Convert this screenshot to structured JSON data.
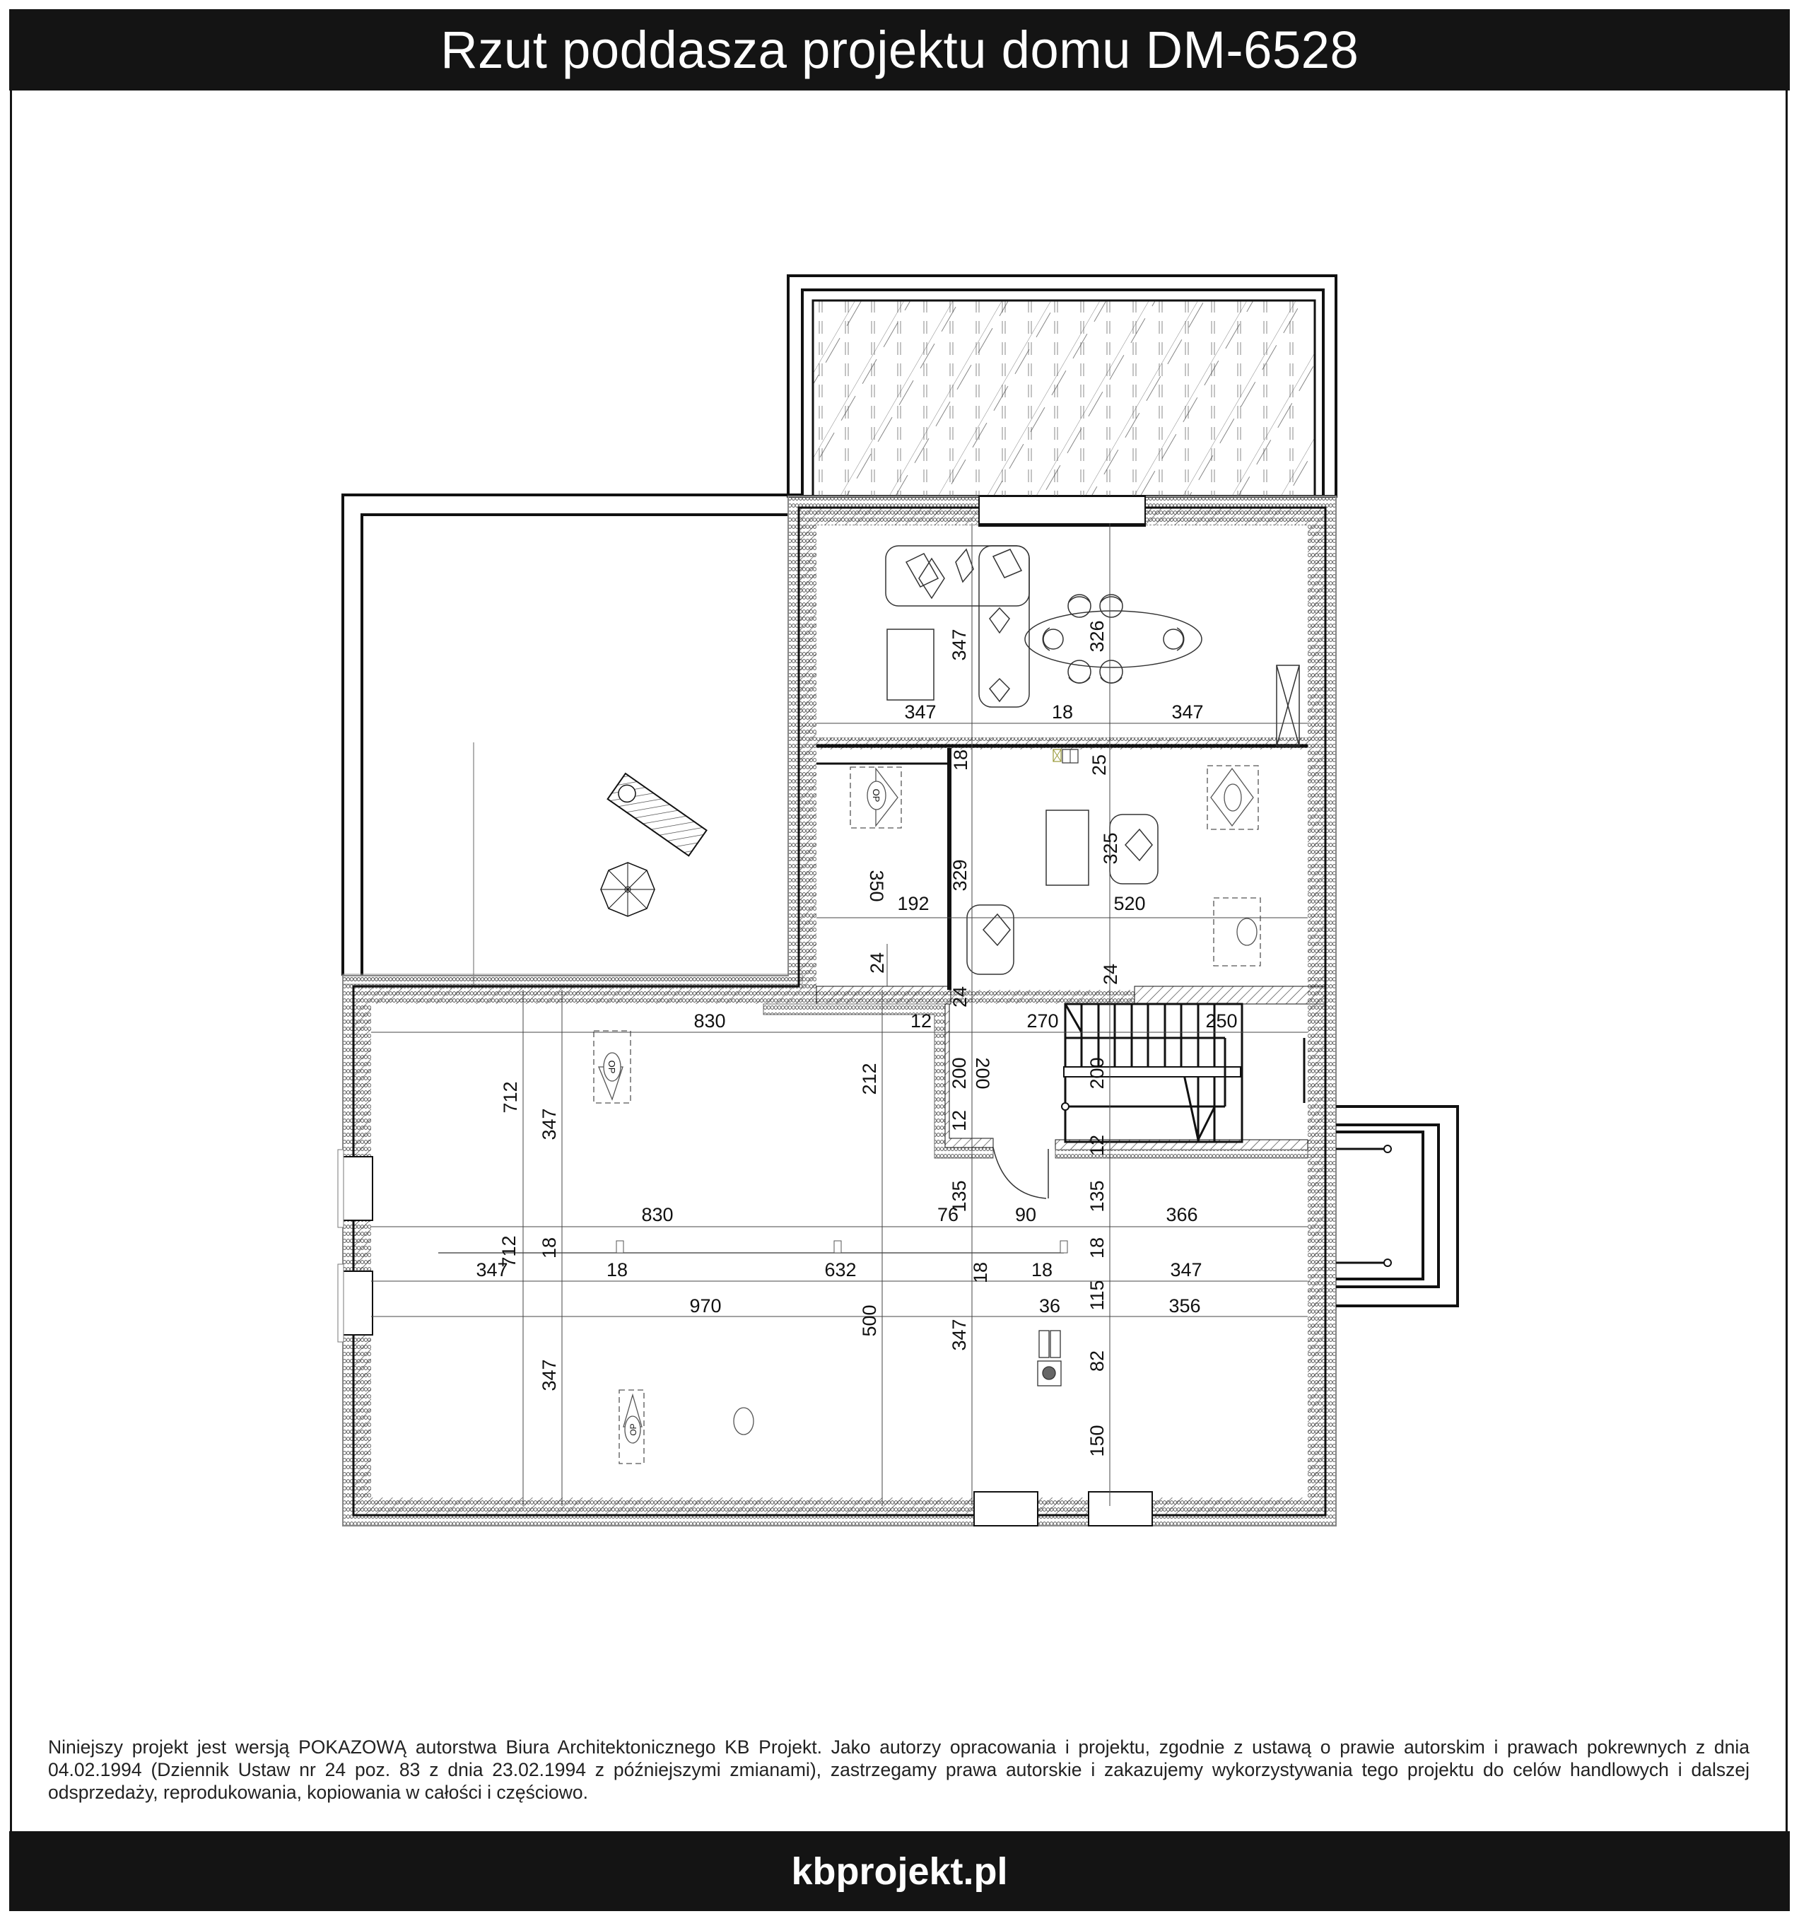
{
  "header": {
    "title": "Rzut poddasza projektu domu DM-6528"
  },
  "plan": {
    "colors": {
      "ink": "#111111",
      "hatch": "#444444",
      "insulation": "#666666",
      "symbol_accent": "#9a9a3a"
    },
    "dimensions": {
      "living_width_left": "347",
      "living_wall": "18",
      "living_width_right": "347",
      "living_depth_left": "347",
      "living_depth_right": "326",
      "wall_18_top": "18",
      "wall_25": "25",
      "room_small_height": "350",
      "room_small_width": "192",
      "wall_329": "329",
      "room_mid_height": "325",
      "room_mid_width": "520",
      "wall_24_a": "24",
      "wall_24_b": "24",
      "wall_24_c": "24",
      "big_room_width": "830",
      "wall_12_a": "12",
      "stair_left": "270",
      "stair_right": "250",
      "big_room_depth_712_a": "712",
      "big_room_347_a": "347",
      "depth_212": "212",
      "wall_200_a": "200",
      "wall_200_b": "200",
      "stair_200": "200",
      "wall_12_b": "12",
      "wall_12_c": "12",
      "door_135_a": "135",
      "door_135_b": "135",
      "row_830": "830",
      "row_76": "76",
      "row_90": "90",
      "row_366": "366",
      "left_347": "347",
      "left_712": "712",
      "left_18": "18",
      "beam_18_a": "18",
      "beam_632": "632",
      "beam_18_b": "18",
      "beam_18_c": "18",
      "beam_18_d": "18",
      "right_347": "347",
      "row_970": "970",
      "row_36": "36",
      "row_115": "115",
      "row_356": "356",
      "depth_500": "500",
      "depth_347_mid": "347",
      "bottom_347": "347",
      "depth_82": "82",
      "depth_150": "150"
    },
    "symbols": {
      "roof_window_label": "OP"
    }
  },
  "disclaimer": {
    "text": "Niniejszy projekt jest wersją POKAZOWĄ autorstwa Biura Architektonicznego KB Projekt. Jako autorzy opracowania i projektu, zgodnie z ustawą o prawie autorskim i prawach pokrewnych z dnia 04.02.1994 (Dziennik Ustaw nr 24 poz. 83 z dnia 23.02.1994 z późniejszymi zmianami), zastrzegamy prawa autorskie i zakazujemy wykorzystywania tego projektu do celów handlowych i dalszej odsprzedaży, reprodukowania, kopiowania w całości i częściowo."
  },
  "footer": {
    "site": "kbprojekt.pl"
  }
}
